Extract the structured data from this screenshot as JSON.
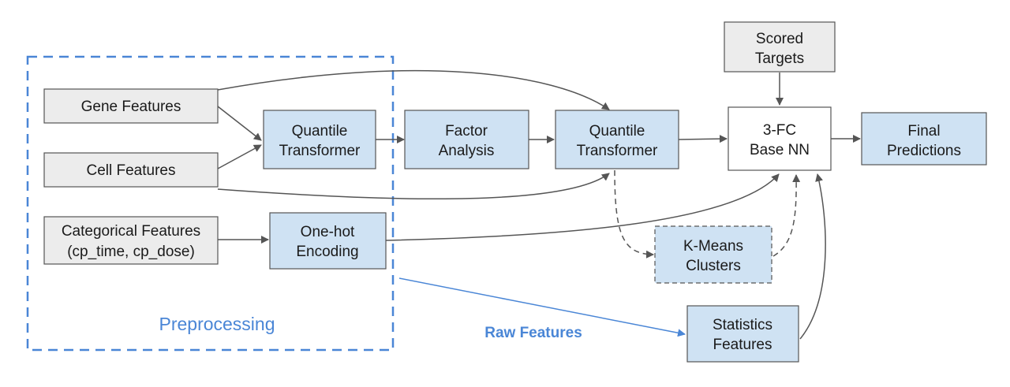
{
  "colors": {
    "gray_fill": "#ececec",
    "blue_fill": "#cfe2f3",
    "white_fill": "#ffffff",
    "stroke": "#555555",
    "arrow": "#555555",
    "accent_blue": "#4a86d6"
  },
  "nodes": {
    "gene_features": {
      "lines": [
        "Gene Features"
      ]
    },
    "cell_features": {
      "lines": [
        "Cell Features"
      ]
    },
    "categorical_features": {
      "lines": [
        "Categorical Features",
        "(cp_time, cp_dose)"
      ]
    },
    "quantile_transformer_1": {
      "lines": [
        "Quantile",
        "Transformer"
      ]
    },
    "one_hot_encoding": {
      "lines": [
        "One-hot",
        "Encoding"
      ]
    },
    "factor_analysis": {
      "lines": [
        "Factor",
        "Analysis"
      ]
    },
    "quantile_transformer_2": {
      "lines": [
        "Quantile",
        "Transformer"
      ]
    },
    "kmeans_clusters": {
      "lines": [
        "K-Means",
        "Clusters"
      ]
    },
    "scored_targets": {
      "lines": [
        "Scored",
        "Targets"
      ]
    },
    "base_nn": {
      "lines": [
        "3-FC",
        "Base NN"
      ]
    },
    "final_predictions": {
      "lines": [
        "Final",
        "Predictions"
      ]
    },
    "statistics_features": {
      "lines": [
        "Statistics",
        "Features"
      ]
    }
  },
  "labels": {
    "preprocessing": "Preprocessing",
    "raw_features": "Raw Features"
  }
}
